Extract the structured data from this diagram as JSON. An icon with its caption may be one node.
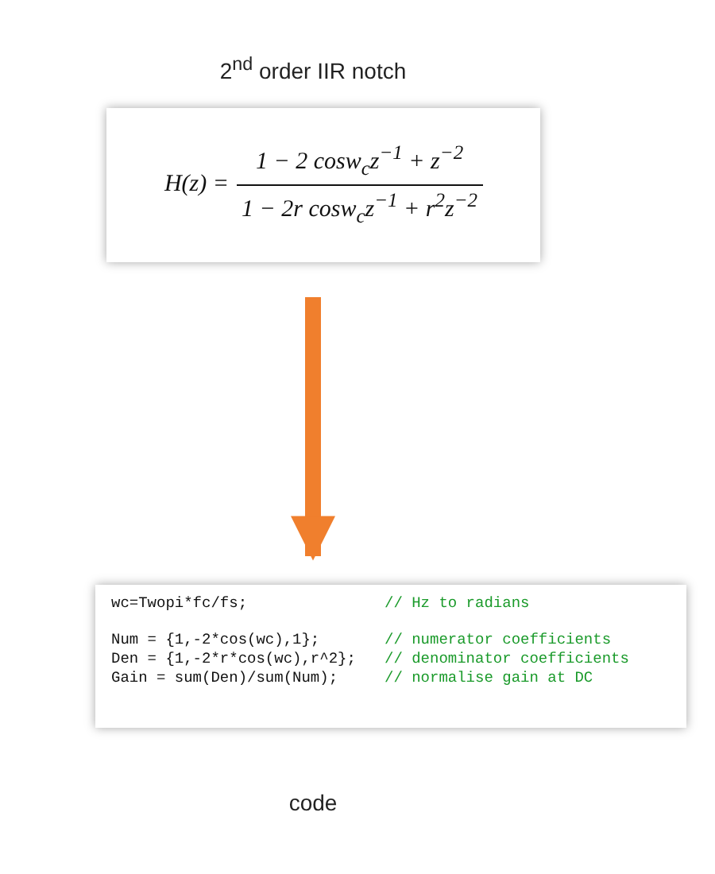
{
  "diagram": {
    "title": "2$^{nd}$ order IIR notch",
    "caption": "code",
    "nodes": [
      {
        "text": [
          "H(z) =",
          "1 − 2 cosw$_{c}$z$^{−1}$ + z$^{−2}$",
          "1 − 2r cosw$_{c}$z$^{−1}$ + r$^{2}$z$^{−2}$"
        ]
      },
      {
        "text": [
          "wc=Twopi*fc/fs;",
          "// Hz to radians",
          "Num = {1,-2*cos(wc),1};",
          "// numerator coefficients",
          "Den = {1,-2*r*cos(wc),r^2};",
          "// denominator coefficients",
          "Gain = sum(Den)/sum(Num);",
          "// normalise gain at DC"
        ]
      }
    ],
    "edges": [
      {
        "from": 0,
        "to": 1,
        "arrow": "to",
        "color": "#f07f2d"
      }
    ]
  }
}
